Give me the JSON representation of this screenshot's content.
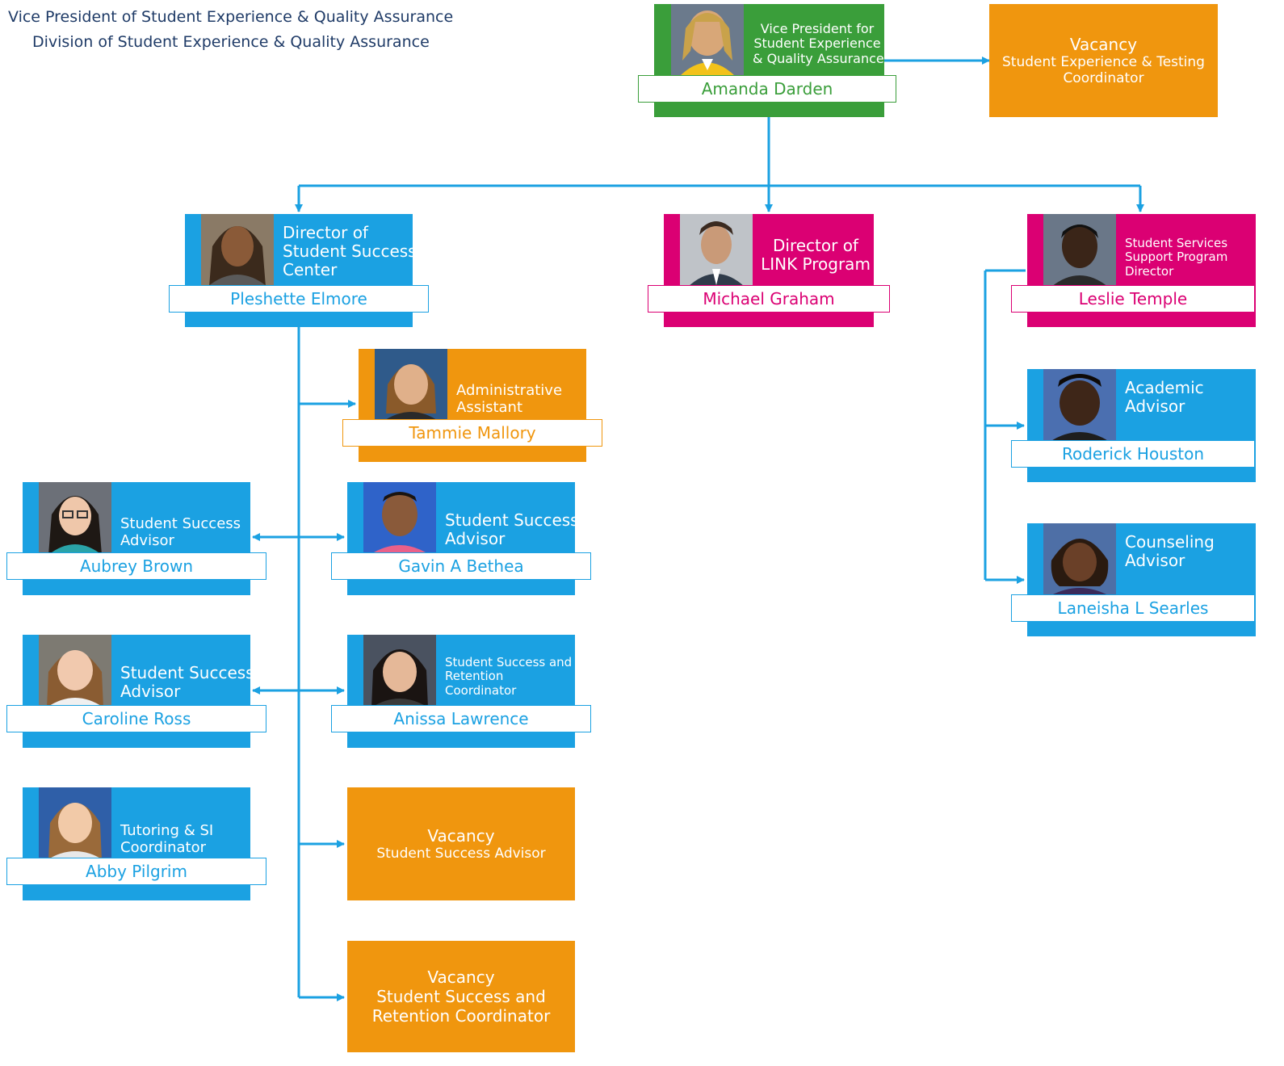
{
  "header": {
    "line1": "Vice President of Student Experience & Quality Assurance",
    "line2": "Division of Student Experience & Quality Assurance"
  },
  "colors": {
    "green": "#3a9e3a",
    "blue": "#1ba1e2",
    "magenta": "#db0073",
    "orange": "#f0960e",
    "connector": "#1ba1e2"
  },
  "people": {
    "vp": {
      "title": "Vice President for\nStudent Experience\n& Quality Assurance",
      "name": "Amanda Darden"
    },
    "director_ssc": {
      "title": "Director of\nStudent Success\nCenter",
      "name": "Pleshette Elmore"
    },
    "director_link": {
      "title": "Director of\nLINK Program",
      "name": "Michael Graham"
    },
    "director_ssp": {
      "title": "Student Services\nSupport Program\nDirector",
      "name": "Leslie Temple"
    },
    "admin_assistant": {
      "title": "Administrative\nAssistant",
      "name": "Tammie Mallory"
    },
    "advisor_brown": {
      "title": "Student Success\nAdvisor",
      "name": "Aubrey Brown"
    },
    "advisor_bethea": {
      "title": "Student Success\nAdvisor",
      "name": "Gavin A Bethea"
    },
    "advisor_ross": {
      "title": "Student Success\nAdvisor",
      "name": "Caroline Ross"
    },
    "coordinator_lawrence": {
      "title": "Student Success and\nRetention\nCoordinator",
      "name": "Anissa Lawrence"
    },
    "tutoring_pilgrim": {
      "title": "Tutoring & SI\nCoordinator",
      "name": "Abby Pilgrim"
    },
    "academic_houston": {
      "title": "Academic\nAdvisor",
      "name": "Roderick Houston"
    },
    "counseling_searles": {
      "title": "Counseling\nAdvisor",
      "name": "Laneisha L Searles"
    }
  },
  "vacancies": {
    "testing": {
      "label": "Vacancy",
      "role": "Student Experience & Testing\nCoordinator"
    },
    "ssa": {
      "label": "Vacancy",
      "role": "Student Success Advisor"
    },
    "ssrc": {
      "label": "Vacancy",
      "role": "Student Success and\nRetention Coordinator"
    }
  }
}
